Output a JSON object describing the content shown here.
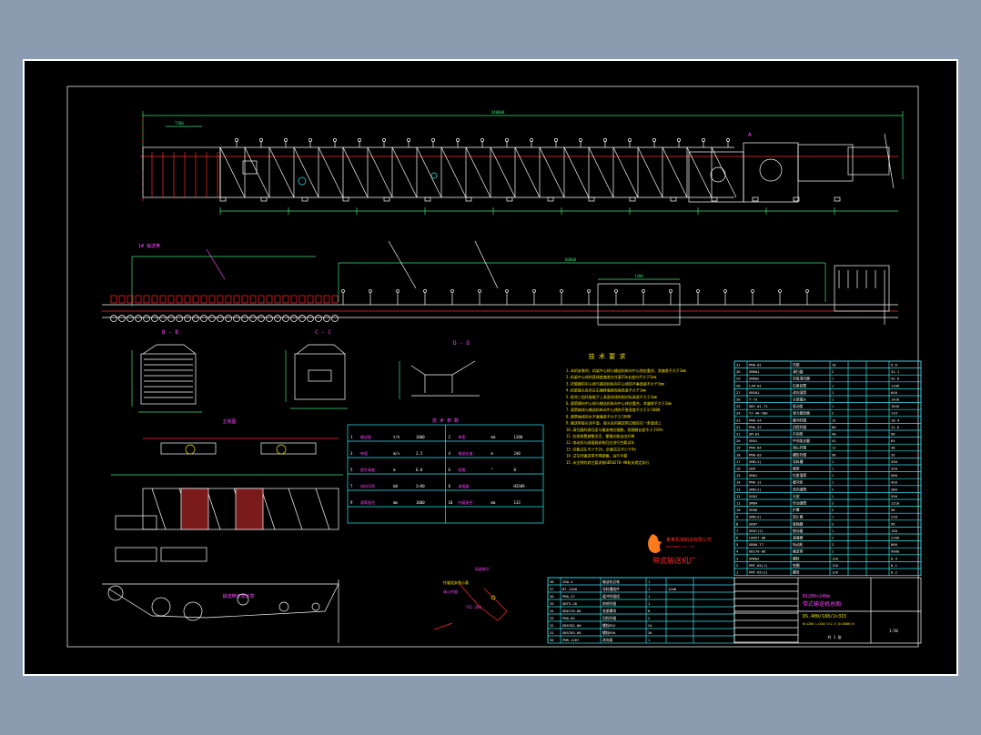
{
  "colors": {
    "background": "#8c9cb0",
    "canvas": "#000000",
    "frame": "#ffffff",
    "structure": "#ffffff",
    "accent_red": "#ff2a2a",
    "dimension_green": "#3fe07a",
    "annotation_magenta": "#ff44ff",
    "table_cyan": "#33e6f0",
    "highlight_yellow": "#f5e000",
    "logo_orange": "#ff7a1a"
  },
  "views": {
    "section_b": "B - B",
    "section_c": "C - C",
    "section_d": "D - D",
    "plan_marker": "A"
  },
  "tech_notes": {
    "title": "技 术 要 求",
    "lines": [
      "1.本机安装时，机架中心线与输送机纵向中心线应重合，其偏差不大于3mm",
      "2.机架中心线的直线度偏差在任意25m长度内不大于5mm",
      "3.托辊横向中心线与输送机纵向中心线的不垂直度不大于3mm",
      "4.机架接头处的左右偏移偏差和高低差不大于1mm",
      "5.相邻三组托辊辊子上表面母线的相对标高差不大于2mm",
      "6.滚筒横向中心线与输送机纵向中心线应重合，其偏差不大于2mm",
      "7.滚筒轴线与输送机纵向中心线的不垂直度不大于2/1000",
      "8.滚筒轴线的水平度偏差不大于1/1000",
      "9.输送带接头须平直，接头处的输送带边缘应在一条直线上",
      "10.清扫器的清扫面与输送带应接触，其接触长度不小于85%",
      "11.拉紧装置调整灵活，重锤应能自由升降",
      "12.电动机与减速器安装后应进行空载试车",
      "13.空载试车不少于2h，负载试车不少于4h",
      "14.试车时输送带不得跑偏，运行平稳",
      "15.未注明的其它要求按GB50270-98有关规定执行"
    ]
  },
  "spec_table": {
    "title": "技 术 参 数",
    "rows": [
      [
        "1",
        "输送量",
        "t/h",
        "1000"
      ],
      [
        "2",
        "带宽",
        "mm",
        "1200"
      ],
      [
        "3",
        "带速",
        "m/s",
        "2.5"
      ],
      [
        "4",
        "输送长度",
        "m",
        "240"
      ],
      [
        "5",
        "提升高度",
        "m",
        "6.8"
      ],
      [
        "6",
        "倾角",
        "°",
        "0"
      ],
      [
        "7",
        "电机功率",
        "kW",
        "2×90"
      ],
      [
        "8",
        "减速器",
        "",
        "H3SH9"
      ],
      [
        "9",
        "滚筒直径",
        "mm",
        "1000"
      ],
      [
        "10",
        "托辊直径",
        "mm",
        "133"
      ]
    ]
  },
  "parts_table": {
    "rows": [
      [
        "31",
        "PMA-01",
        "托辊",
        "10",
        "",
        "",
        "9.6"
      ],
      [
        "30",
        "SMD01",
        "清扫器",
        "2",
        "",
        "",
        "51.1"
      ],
      [
        "29",
        "SMD02",
        "空段清扫器",
        "1",
        "",
        "",
        "42.0"
      ],
      [
        "28",
        "LJM-01",
        "拉紧装置",
        "1",
        "",
        "",
        "1390"
      ],
      [
        "27",
        "SM201",
        "改向滚筒",
        "1",
        "",
        "",
        "640"
      ],
      [
        "26",
        "T-75",
        "头部漏斗",
        "1",
        "",
        "",
        "1420"
      ],
      [
        "25",
        "GBY-01-71",
        "驱动架",
        "1",
        "",
        "",
        "1845"
      ],
      [
        "24",
        "YJ-40-200",
        "液力耦合器",
        "2",
        "",
        "",
        "119"
      ],
      [
        "23",
        "PMA-24",
        "缓冲托辊",
        "12",
        "",
        "",
        "18.4"
      ],
      [
        "22",
        "PMA-22",
        "回程托辊",
        "80",
        "",
        "",
        "12.6"
      ],
      [
        "21",
        "SM-01",
        "中间架",
        "40",
        "",
        "",
        "96"
      ],
      [
        "20",
        "SR01",
        "中间架支腿",
        "41",
        "",
        "",
        "65"
      ],
      [
        "19",
        "PMA-04",
        "调心托辊",
        "12",
        "",
        "",
        "38"
      ],
      [
        "18",
        "PMA-03",
        "槽形托辊",
        "96",
        "",
        "",
        "26"
      ],
      [
        "17",
        "SMD(1)",
        "导料槽",
        "1",
        "",
        "",
        "450"
      ],
      [
        "16",
        "SDD",
        "尾架",
        "1",
        "",
        "",
        "320"
      ],
      [
        "15",
        "SMA1",
        "拉紧滚筒",
        "1",
        "",
        "",
        "560"
      ],
      [
        "14",
        "PMA-11",
        "缓冲床",
        "1",
        "",
        "",
        "420"
      ],
      [
        "13",
        "SMD(2)",
        "改向滚筒",
        "2",
        "",
        "",
        "380"
      ],
      [
        "12",
        "SG01",
        "头架",
        "1",
        "",
        "",
        "950"
      ],
      [
        "11",
        "SMD4",
        "传动滚筒",
        "2",
        "",
        "",
        "1210"
      ],
      [
        "10",
        "SRD6",
        "护罩",
        "2",
        "",
        "",
        "56"
      ],
      [
        "9",
        "SMD(3)",
        "逆止器",
        "1",
        "",
        "",
        "210"
      ],
      [
        "8",
        "SRD7",
        "联轴器",
        "2",
        "",
        "",
        "95"
      ],
      [
        "7",
        "SRD7(2)",
        "制动器",
        "1",
        "",
        "",
        "150"
      ],
      [
        "6",
        "LBD57-08",
        "减速器",
        "2",
        "",
        "",
        "2260"
      ],
      [
        "5",
        "GB60-T7",
        "电动机",
        "2",
        "",
        "",
        "860"
      ],
      [
        "4",
        "GB170-06",
        "输送带",
        "1",
        "",
        "",
        "9600"
      ],
      [
        "3",
        "SM002",
        "螺栓",
        "120",
        "",
        "",
        "0.4"
      ],
      [
        "2",
        "PMT-65(1)",
        "垫圈",
        "120",
        "",
        "",
        "0.1"
      ],
      [
        "1",
        "PMT-65(2)",
        "螺母",
        "120",
        "",
        "",
        "0.2"
      ]
    ]
  },
  "left_table": {
    "rows": [
      [
        "38",
        "ZGW-4",
        "输送机总装",
        "1",
        "",
        ""
      ],
      [
        "37",
        "BT-1200",
        "导料槽组件",
        "1",
        "1200",
        ""
      ],
      [
        "36",
        "PMA-27",
        "缓冲托辊组",
        "1",
        "",
        ""
      ],
      [
        "35",
        "GBT5-26",
        "前倾托辊",
        "1",
        "",
        ""
      ],
      [
        "34",
        "GB6170-86",
        "张紧螺母",
        "8",
        "",
        ""
      ],
      [
        "33",
        "PMA-05",
        "回程托辊",
        "2",
        "",
        ""
      ],
      [
        "32",
        "GB5781-86",
        "螺栓M12",
        "24",
        "",
        ""
      ],
      [
        "31",
        "GB5783-86",
        "螺栓M16",
        "36",
        "",
        ""
      ],
      [
        "30",
        "PMR-1267",
        "改向架",
        "1",
        "",
        ""
      ]
    ]
  },
  "title_block": {
    "model": "B1200×240m",
    "name": "带式输送机总图",
    "code": "DS.400/180/2×315",
    "sub": "B=1200 L=240 V=2.5 Q=1000t/h",
    "scale": "1:50",
    "sheet": "共 1 张"
  },
  "company": {
    "name": "某某机械制造有限公司",
    "sub": "MACHINERY CO.,LTD",
    "plain": "带式输送机厂"
  },
  "misc": {
    "belt_label": "输送带走向示意",
    "detail_label": "局部放大",
    "detail_note_1": "托辊组安装示意",
    "detail_note_2": "调心托辊",
    "detail_note_3": "YZL-200",
    "dim_top": "240000",
    "dim_head": "7500",
    "dim_mid": "60000",
    "dim_sec": "1600",
    "label_1200": "1200",
    "view_label_top": "主视图"
  }
}
